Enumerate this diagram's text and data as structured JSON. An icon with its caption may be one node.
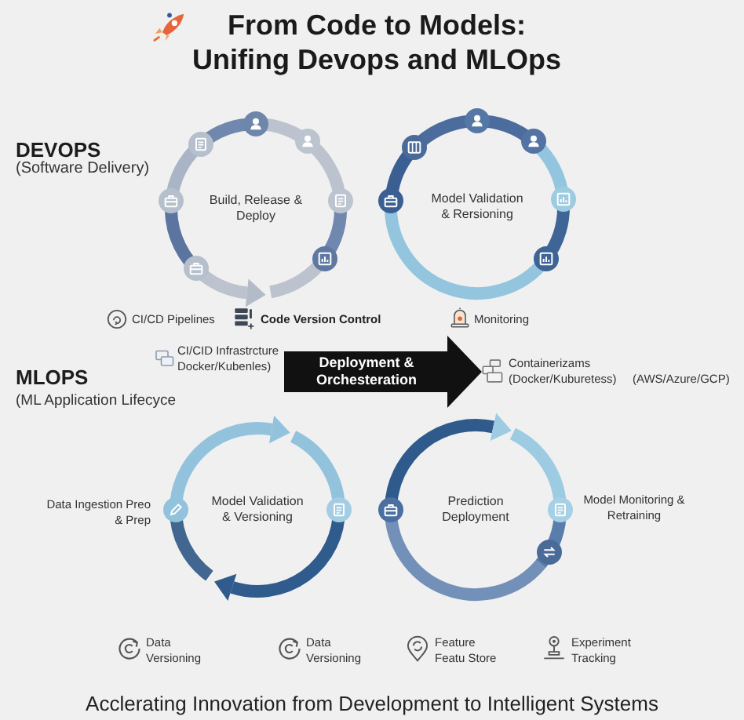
{
  "diagram": {
    "title": "From Code to Models: Unifing Devops and MLOps",
    "caption": "Acclerating Innovation from Development to Intelligent Systems",
    "nodes": [
      {
        "text": [
          "Build, Release & Deploy"
        ]
      },
      {
        "text": [
          "Model Validation & Rersioning"
        ]
      },
      {
        "text": [
          "CI/CID Infrastrcture Docker/Kubenles)"
        ]
      },
      {
        "text": [
          "Containerizams (Docker/Kuburetess)",
          "(AWS/Azure/GCP)"
        ]
      },
      {
        "text": [
          "Model Validation & Versioning"
        ],
        "beside": [
          "Data Ingestion Preo & Prep"
        ]
      },
      {
        "text": [
          "Prediction Deployment"
        ],
        "beside": [
          "Model Monitoring & Retraining"
        ]
      }
    ],
    "edges": [
      {
        "from": 2,
        "to": 3,
        "arrow": "to",
        "label": "Deployment & Orchesteration"
      }
    ],
    "labels": [
      "DEVOPS",
      "(Software Delivery)",
      "CI/CD Pipelines",
      "Code Version Control",
      "Monitoring",
      "MLOPS",
      "(ML Application Lifecyce",
      "Data Versioning",
      "Data Versioning",
      "Feature Featu Store",
      "Experiment Tracking"
    ]
  }
}
